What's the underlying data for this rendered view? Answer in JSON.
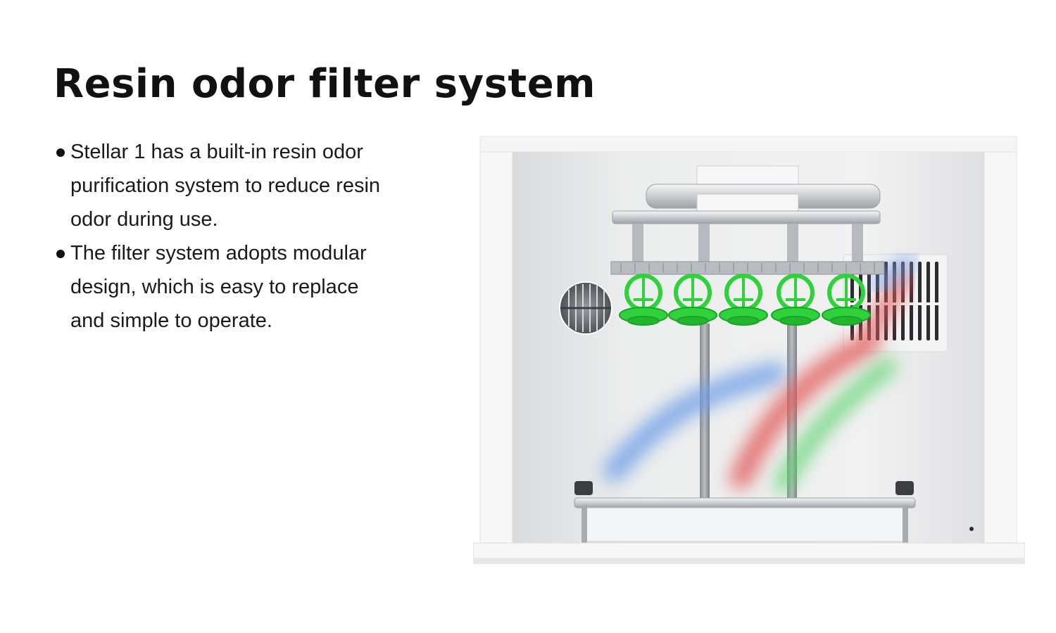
{
  "page": {
    "title": "Resin odor filter system"
  },
  "bullets": [
    {
      "lines": [
        "Stellar 1 has a built-in resin odor",
        "purification system to reduce resin",
        "odor during use."
      ]
    },
    {
      "lines": [
        "The filter system adopts modular",
        "design, which is easy to replace",
        "and simple to operate."
      ]
    }
  ],
  "illustration": {
    "subject": "printer-interior-with-filter",
    "colors": {
      "printed_models": "#2fd23a",
      "airflow_blue": "#6e9ee8",
      "airflow_red": "#e25a5a",
      "airflow_green": "#57d26a",
      "chamber": "#e9eaec"
    }
  }
}
